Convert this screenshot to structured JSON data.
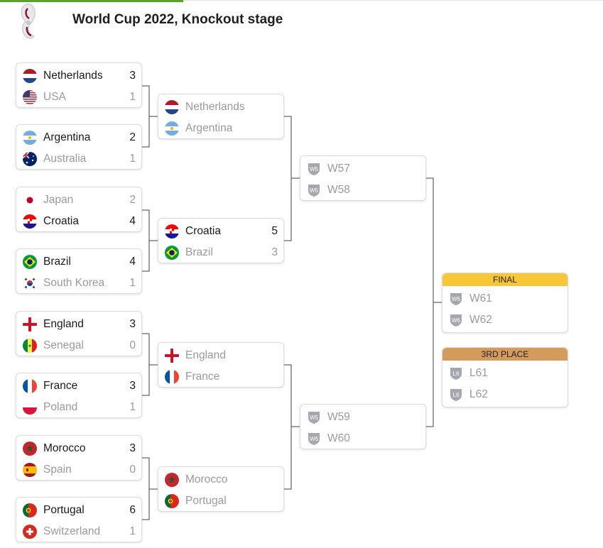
{
  "title": "World Cup 2022, Knockout stage",
  "colors": {
    "final": "#f7c738",
    "third": "#d49b5c",
    "shield": "#a4a7ae"
  },
  "r16": [
    {
      "t": [
        {
          "name": "Netherlands",
          "score": "3",
          "flag": "netherlands",
          "win": true
        },
        {
          "name": "USA",
          "score": "1",
          "flag": "usa",
          "win": false
        }
      ]
    },
    {
      "t": [
        {
          "name": "Argentina",
          "score": "2",
          "flag": "argentina",
          "win": true
        },
        {
          "name": "Australia",
          "score": "1",
          "flag": "australia",
          "win": false
        }
      ]
    },
    {
      "t": [
        {
          "name": "Japan",
          "score": "2",
          "flag": "japan",
          "win": false
        },
        {
          "name": "Croatia",
          "score": "4",
          "flag": "croatia",
          "win": true
        }
      ]
    },
    {
      "t": [
        {
          "name": "Brazil",
          "score": "4",
          "flag": "brazil",
          "win": true
        },
        {
          "name": "South Korea",
          "score": "1",
          "flag": "south-korea",
          "win": false
        }
      ]
    },
    {
      "t": [
        {
          "name": "England",
          "score": "3",
          "flag": "england",
          "win": true
        },
        {
          "name": "Senegal",
          "score": "0",
          "flag": "senegal",
          "win": false
        }
      ]
    },
    {
      "t": [
        {
          "name": "France",
          "score": "3",
          "flag": "france",
          "win": true
        },
        {
          "name": "Poland",
          "score": "1",
          "flag": "poland",
          "win": false
        }
      ]
    },
    {
      "t": [
        {
          "name": "Morocco",
          "score": "3",
          "flag": "morocco",
          "win": true
        },
        {
          "name": "Spain",
          "score": "0",
          "flag": "spain",
          "win": false
        }
      ]
    },
    {
      "t": [
        {
          "name": "Portugal",
          "score": "6",
          "flag": "portugal",
          "win": true
        },
        {
          "name": "Switzerland",
          "score": "1",
          "flag": "switzerland",
          "win": false
        }
      ]
    }
  ],
  "qf": [
    {
      "t": [
        {
          "name": "Netherlands",
          "score": "",
          "flag": "netherlands",
          "win": false
        },
        {
          "name": "Argentina",
          "score": "",
          "flag": "argentina",
          "win": false
        }
      ]
    },
    {
      "t": [
        {
          "name": "Croatia",
          "score": "5",
          "flag": "croatia",
          "win": true
        },
        {
          "name": "Brazil",
          "score": "3",
          "flag": "brazil",
          "win": false
        }
      ]
    },
    {
      "t": [
        {
          "name": "England",
          "score": "",
          "flag": "england",
          "win": false
        },
        {
          "name": "France",
          "score": "",
          "flag": "france",
          "win": false
        }
      ]
    },
    {
      "t": [
        {
          "name": "Morocco",
          "score": "",
          "flag": "morocco",
          "win": false
        },
        {
          "name": "Portugal",
          "score": "",
          "flag": "portugal",
          "win": false
        }
      ]
    }
  ],
  "sf": [
    {
      "t": [
        {
          "name": "W57",
          "score": "",
          "badge": "W5",
          "win": false
        },
        {
          "name": "W58",
          "score": "",
          "badge": "W5",
          "win": false
        }
      ]
    },
    {
      "t": [
        {
          "name": "W59",
          "score": "",
          "badge": "W5",
          "win": false
        },
        {
          "name": "W60",
          "score": "",
          "badge": "W6",
          "win": false
        }
      ]
    }
  ],
  "final": {
    "header": "FINAL",
    "t": [
      {
        "name": "W61",
        "score": "",
        "badge": "W6",
        "win": false
      },
      {
        "name": "W62",
        "score": "",
        "badge": "W6",
        "win": false
      }
    ]
  },
  "third": {
    "header": "3RD PLACE",
    "t": [
      {
        "name": "L61",
        "score": "",
        "badge": "L6",
        "win": false
      },
      {
        "name": "L62",
        "score": "",
        "badge": "L6",
        "win": false
      }
    ]
  }
}
